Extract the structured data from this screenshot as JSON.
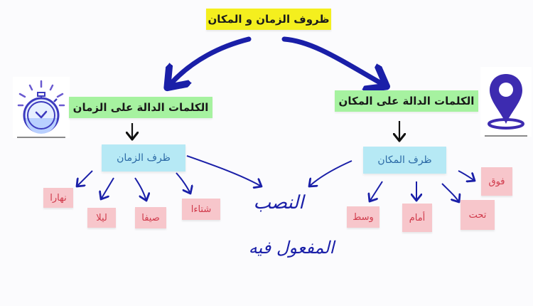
{
  "title": "ظروف الزمان و المكان",
  "colors": {
    "title_bg": "#f4ef1e",
    "green_bg": "#a6f2a0",
    "blue_bg": "#b6e9f5",
    "blue_text": "#2b6aa6",
    "pink_bg": "#f7c6cb",
    "pink_text": "#d0394a",
    "arrow": "#1a1fa8",
    "icon_purple": "#3d2bb0"
  },
  "time_branch": {
    "icon": "stopwatch-icon",
    "heading": "الكلمات الدالة على الزمان",
    "adverb_label": "ظرف الزمان",
    "examples": [
      "نهارا",
      "ليلا",
      "صيفا",
      "شتاءا"
    ]
  },
  "place_branch": {
    "icon": "location-pin-icon",
    "heading": "الكلمات الدالة على المكان",
    "adverb_label": "ظرف المكان",
    "examples": [
      "وسط",
      "أمام",
      "تحت",
      "فوق"
    ]
  },
  "result": {
    "case": "النصب",
    "role": "المفعول فيه"
  }
}
